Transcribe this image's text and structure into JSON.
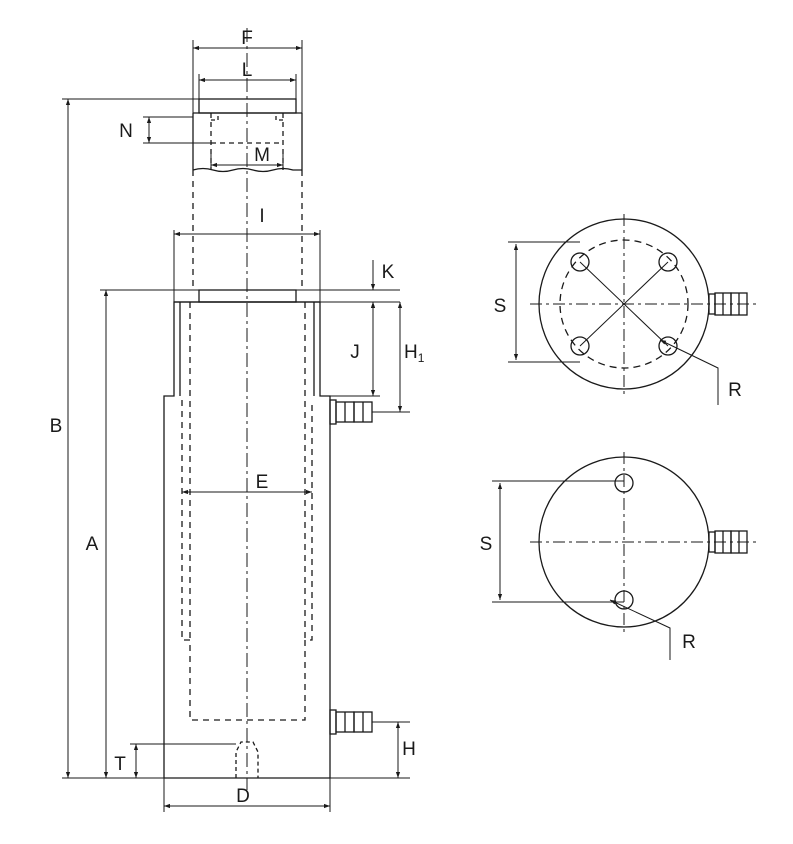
{
  "labels": {
    "F": "F",
    "L": "L",
    "N": "N",
    "M": "M",
    "I": "I",
    "K": "K",
    "J": "J",
    "H1_main": "H",
    "H1_sub": "1",
    "E": "E",
    "B": "B",
    "A": "A",
    "H": "H",
    "T": "T",
    "D": "D",
    "S_top": "S",
    "R_top": "R",
    "S_bottom": "S",
    "R_bottom": "R"
  },
  "colors": {
    "line": "#1a1a1a",
    "fill": "#ffffff"
  }
}
